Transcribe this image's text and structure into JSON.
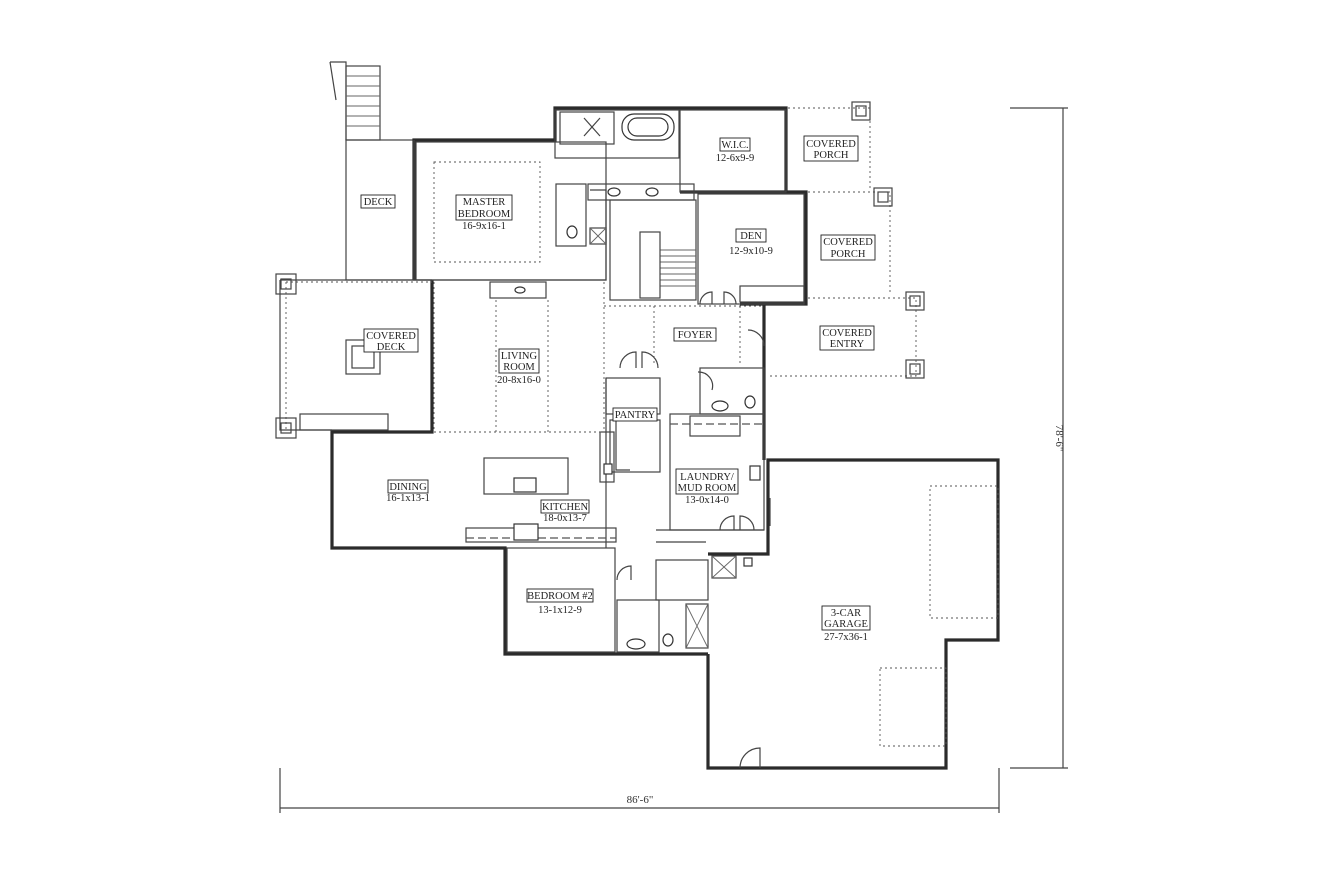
{
  "rooms": {
    "deck": {
      "name": "DECK"
    },
    "master_bedroom": {
      "name_line1": "MASTER",
      "name_line2": "BEDROOM",
      "size": "16-9x16-1"
    },
    "wic": {
      "name": "W.I.C.",
      "size": "12-6x9-9"
    },
    "covered_porch_1": {
      "name_line1": "COVERED",
      "name_line2": "PORCH"
    },
    "den": {
      "name": "DEN",
      "size": "12-9x10-9"
    },
    "covered_porch_2": {
      "name_line1": "COVERED",
      "name_line2": "PORCH"
    },
    "covered_deck": {
      "name_line1": "COVERED",
      "name_line2": "DECK"
    },
    "living_room": {
      "name_line1": "LIVING",
      "name_line2": "ROOM",
      "size": "20-8x16-0"
    },
    "foyer": {
      "name": "FOYER"
    },
    "covered_entry": {
      "name_line1": "COVERED",
      "name_line2": "ENTRY"
    },
    "pantry": {
      "name": "PANTRY"
    },
    "laundry": {
      "name_line1": "LAUNDRY/",
      "name_line2": "MUD ROOM",
      "size": "13-0x14-0"
    },
    "dining": {
      "name": "DINING",
      "size": "16-1x13-1"
    },
    "kitchen": {
      "name": "KITCHEN",
      "size": "18-0x13-7"
    },
    "bedroom2": {
      "name": "BEDROOM #2",
      "size": "13-1x12-9"
    },
    "garage": {
      "name_line1": "3-CAR",
      "name_line2": "GARAGE",
      "size": "27-7x36-1"
    }
  },
  "dimensions": {
    "width": "86'-6\"",
    "depth": "78'-6\""
  }
}
